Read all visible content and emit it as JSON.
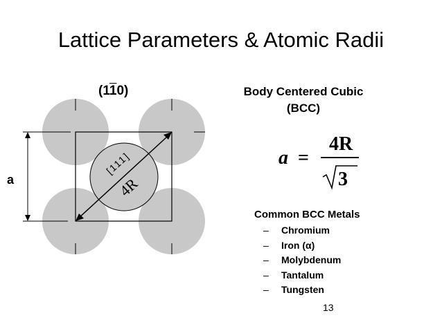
{
  "slide": {
    "title": "Lattice Parameters & Atomic Radii",
    "page_number": "13"
  },
  "diagram": {
    "plane_prefix": "(1",
    "plane_bar_digit": "1",
    "plane_suffix": "0)",
    "direction_label": "[111]",
    "radius_label": "4R",
    "edge_label": "a",
    "colors": {
      "atom": "#c8c8c8",
      "line": "#000000"
    }
  },
  "structure": {
    "name_line1": "Body Centered Cubic",
    "name_line2": "(BCC)"
  },
  "formula": {
    "lhs": "a",
    "equals": "=",
    "numerator": "4R",
    "denominator": "3"
  },
  "common_metals": {
    "title": "Common BCC Metals",
    "items": [
      "Chromium",
      "Iron (α)",
      "Molybdenum",
      "Tantalum",
      "Tungsten"
    ]
  }
}
